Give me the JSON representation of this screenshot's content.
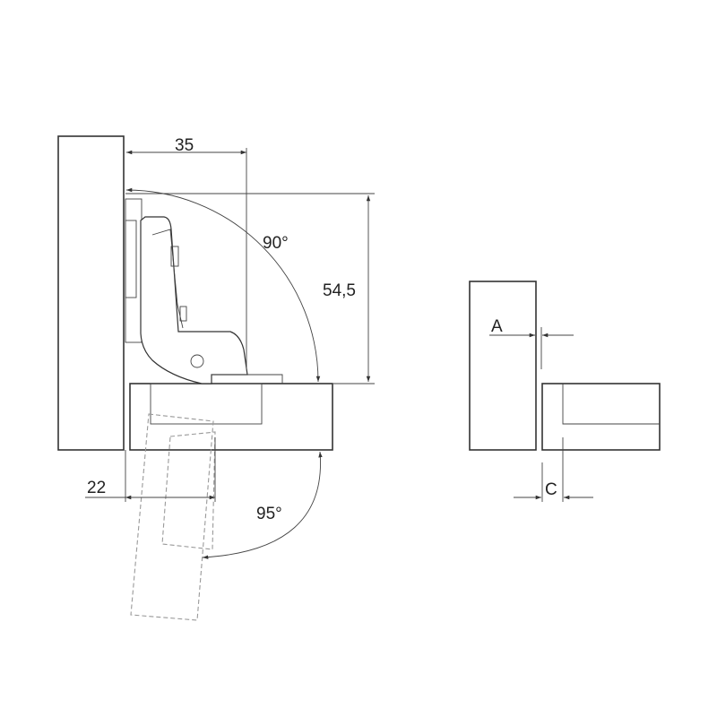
{
  "diagram": {
    "labels": {
      "width_35": "35",
      "height_54_5": "54,5",
      "angle_90": "90°",
      "offset_22": "22",
      "angle_95": "95°",
      "param_a": "A",
      "param_c": "C"
    }
  }
}
